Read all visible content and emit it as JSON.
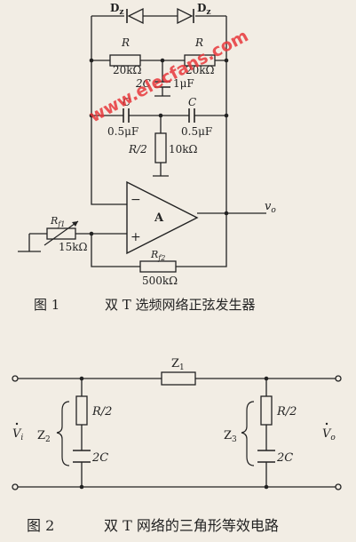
{
  "figure1": {
    "diode_left": "D",
    "diode_left_sub": "z",
    "diode_right": "D",
    "diode_right_sub": "z",
    "r_left": "R",
    "r_left_val": "20kΩ",
    "r_right": "R",
    "r_right_val": "20kΩ",
    "cap_2c": "2C",
    "cap_2c_val": "1μF",
    "c_left": "C",
    "c_left_val": "0.5μF",
    "c_right": "C",
    "c_right_val": "0.5μF",
    "r_half": "R/2",
    "r_half_val": "10kΩ",
    "opamp": "A",
    "minus": "−",
    "plus": "+",
    "rf1": "R",
    "rf1_sub": "f1",
    "rf1_val": "15kΩ",
    "rf2": "R",
    "rf2_sub": "f2",
    "rf2_val": "500kΩ",
    "vo": "v",
    "vo_sub": "o",
    "caption_num": "图 1",
    "caption_text": "双 T 选频网络正弦发生器"
  },
  "figure2": {
    "z1": "Z",
    "z1_sub": "1",
    "z2": "Z",
    "z2_sub": "2",
    "z3": "Z",
    "z3_sub": "3",
    "r_left": "R/2",
    "c_left": "2C",
    "r_right": "R/2",
    "c_right": "2C",
    "vi": "V",
    "vi_sub": "i",
    "vo": "V",
    "vo_sub": "o",
    "caption_num": "图 2",
    "caption_text": "双 T 网络的三角形等效电路"
  },
  "watermark": "www.elecfans.com",
  "colors": {
    "ink": "#222222",
    "paper": "#f2ede4",
    "watermark": "#e8383c"
  }
}
